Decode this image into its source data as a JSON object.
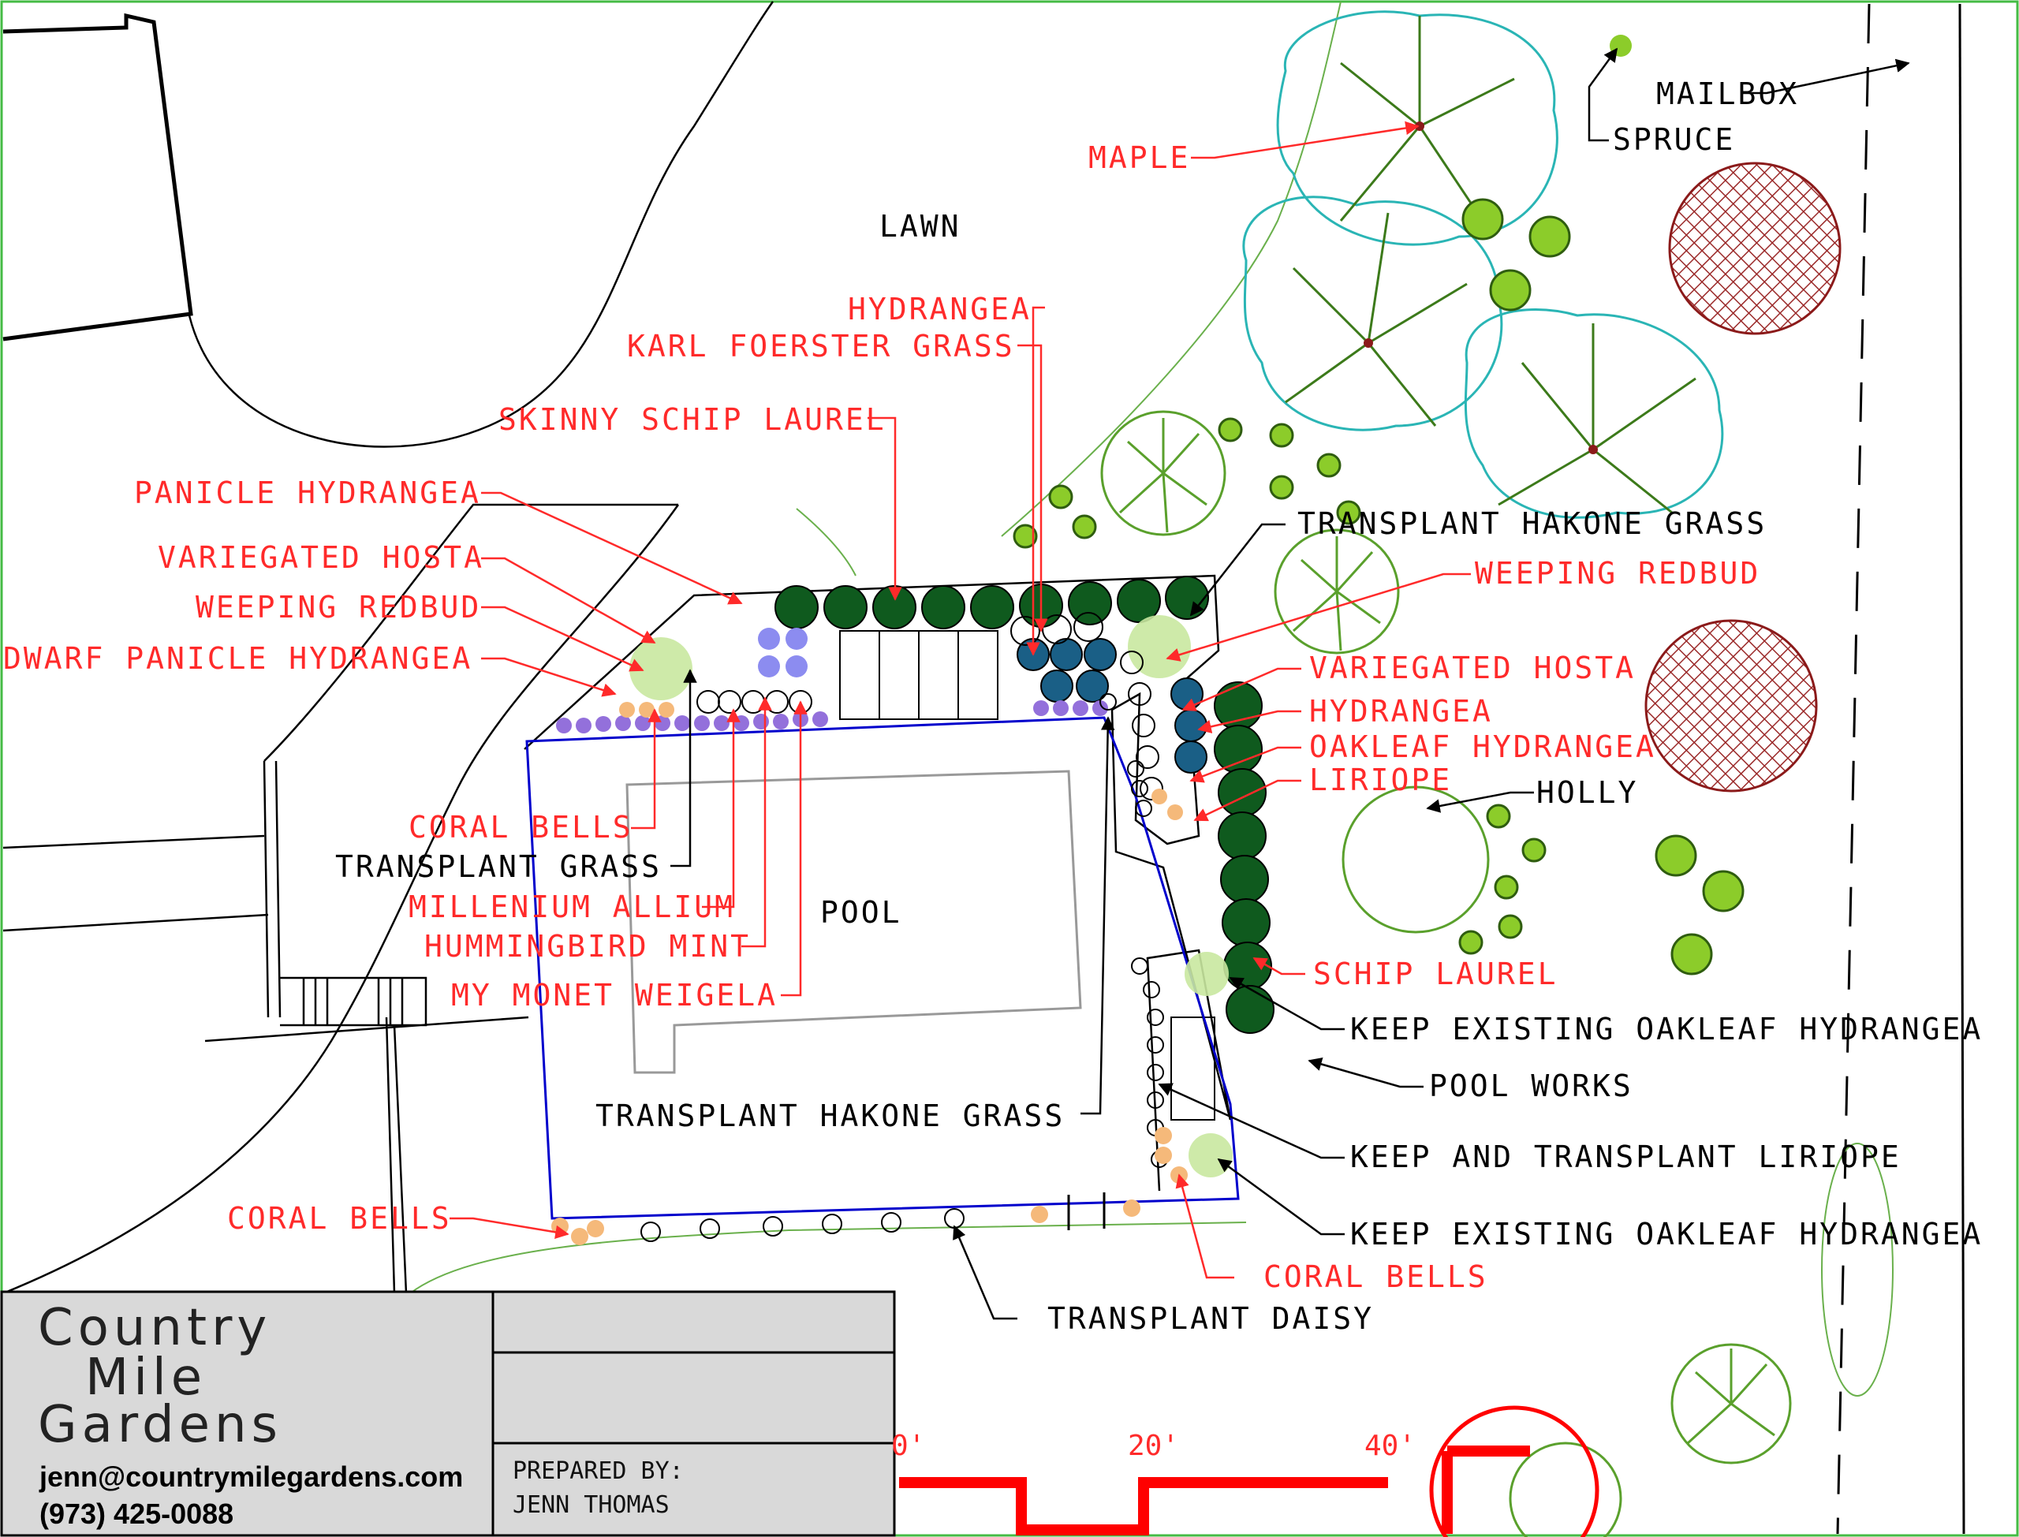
{
  "areas": {
    "lawn": "LAWN",
    "pool": "POOL"
  },
  "labels": {
    "hydrangea_top": "HYDRANGEA",
    "karl_foerster": "KARL FOERSTER GRASS",
    "skinny_schip": "SKINNY SCHIP LAUREL",
    "panicle_hydrangea": "PANICLE HYDRANGEA",
    "variegated_hosta_left": "VARIEGATED HOSTA",
    "weeping_redbud_left": "WEEPING REDBUD",
    "dwarf_panicle": "DWARF PANICLE HYDRANGEA",
    "coral_bells_1": "CORAL BELLS",
    "transplant_grass": "TRANSPLANT GRASS",
    "millenium_allium": "MILLENIUM ALLIUM",
    "hummingbird_mint": "HUMMINGBIRD MINT",
    "my_monet": "MY MONET WEIGELA",
    "coral_bells_2": "CORAL BELLS",
    "maple": "MAPLE",
    "mailbox": "MAILBOX",
    "spruce": "SPRUCE",
    "transplant_hakone_top": "TRANSPLANT HAKONE GRASS",
    "weeping_redbud_right": "WEEPING REDBUD",
    "variegated_hosta_right": "VARIEGATED HOSTA",
    "hydrangea_right": "HYDRANGEA",
    "oakleaf_hydrangea": "OAKLEAF HYDRANGEA",
    "liriope": "LIRIOPE",
    "holly": "HOLLY",
    "schip_laurel": "SCHIP LAUREL",
    "keep_oakleaf_1": "KEEP EXISTING OAKLEAF HYDRANGEA",
    "pool_works": "POOL WORKS",
    "keep_liriope": "KEEP AND TRANSPLANT LIRIOPE",
    "keep_oakleaf_2": "KEEP EXISTING OAKLEAF HYDRANGEA",
    "coral_bells_3": "CORAL BELLS",
    "transplant_hakone_bottom": "TRANSPLANT HAKONE GRASS",
    "transplant_daisy": "TRANSPLANT DAISY"
  },
  "title_block": {
    "brand_line1": "Country",
    "brand_line2": "Mile",
    "brand_line3": "Gardens",
    "email": "jenn@countrymilegardens.com",
    "phone": "(973) 425-0088",
    "prepared_by_label": "PREPARED BY:",
    "prepared_by_name": "JENN THOMAS"
  },
  "scale_bar": {
    "tick_0": "0'",
    "tick_20": "20'",
    "tick_40": "40'"
  },
  "colors": {
    "label_red": "#ff2a2a",
    "border_green": "#44bb44",
    "pool_outline": "#0000cc",
    "shrub_dark": "#0f5a1e",
    "hydrangea_blue": "#1a5f86",
    "allium_purple": "#9370db",
    "maple_outline": "#33cccc"
  }
}
